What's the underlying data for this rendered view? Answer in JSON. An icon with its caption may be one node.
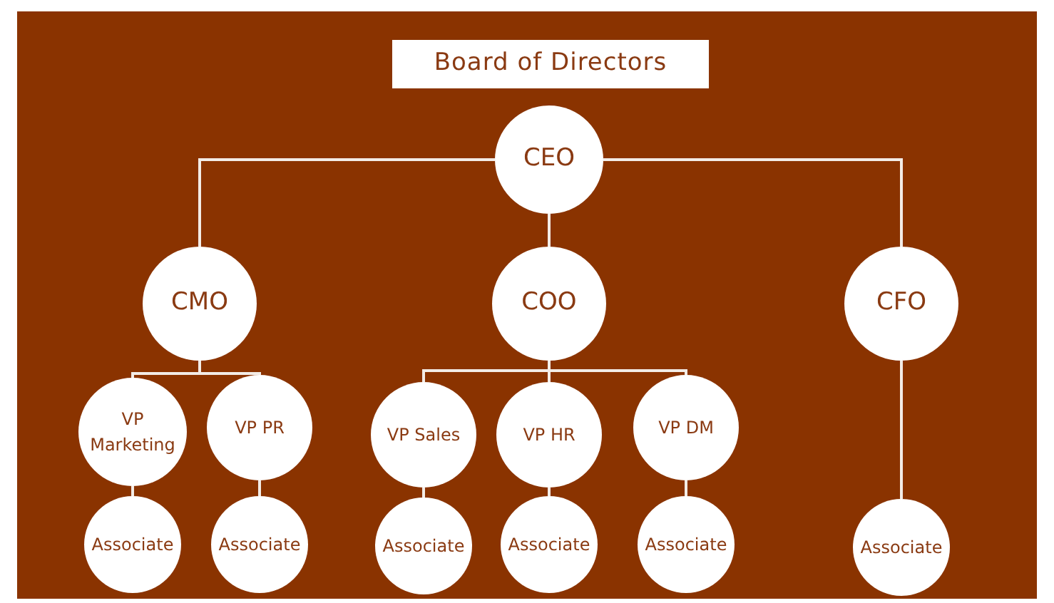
{
  "diagram": {
    "nodes": [
      {
        "text": [
          "Board of Directors"
        ]
      },
      {
        "text": [
          "CEO"
        ]
      },
      {
        "text": [
          "CMO"
        ]
      },
      {
        "text": [
          "COO"
        ]
      },
      {
        "text": [
          "CFO"
        ]
      },
      {
        "text": [
          "VP Marketing"
        ]
      },
      {
        "text": [
          "VP PR"
        ]
      },
      {
        "text": [
          "VP Sales"
        ]
      },
      {
        "text": [
          "VP HR"
        ]
      },
      {
        "text": [
          "VP DM"
        ]
      },
      {
        "text": [
          "Associate"
        ]
      },
      {
        "text": [
          "Associate"
        ]
      },
      {
        "text": [
          "Associate"
        ]
      },
      {
        "text": [
          "Associate"
        ]
      },
      {
        "text": [
          "Associate"
        ]
      },
      {
        "text": [
          "Associate"
        ]
      }
    ],
    "edges": [
      {
        "from": 1,
        "to": 2,
        "arrow": "none"
      },
      {
        "from": 1,
        "to": 3,
        "arrow": "none"
      },
      {
        "from": 1,
        "to": 4,
        "arrow": "none"
      },
      {
        "from": 2,
        "to": 5,
        "arrow": "none"
      },
      {
        "from": 2,
        "to": 6,
        "arrow": "none"
      },
      {
        "from": 3,
        "to": 7,
        "arrow": "none"
      },
      {
        "from": 3,
        "to": 8,
        "arrow": "none"
      },
      {
        "from": 3,
        "to": 9,
        "arrow": "none"
      },
      {
        "from": 5,
        "to": 10,
        "arrow": "none"
      },
      {
        "from": 6,
        "to": 11,
        "arrow": "none"
      },
      {
        "from": 7,
        "to": 12,
        "arrow": "none"
      },
      {
        "from": 8,
        "to": 13,
        "arrow": "none"
      },
      {
        "from": 9,
        "to": 14,
        "arrow": "none"
      },
      {
        "from": 4,
        "to": 15,
        "arrow": "none"
      }
    ]
  }
}
